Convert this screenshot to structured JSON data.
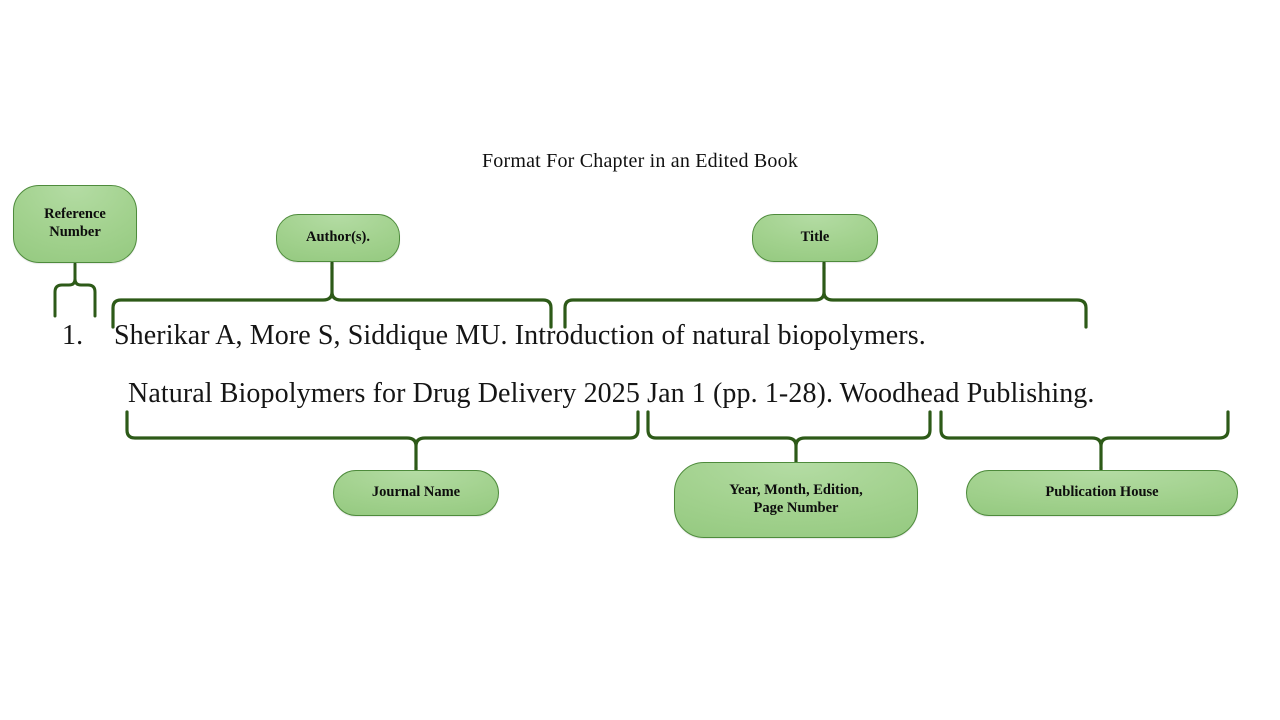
{
  "slide": {
    "title": "Format For Chapter in an Edited Book",
    "background_color": "#ffffff"
  },
  "theme": {
    "box_fill_light": "#b4dca4",
    "box_fill_dark": "#8cc477",
    "box_border": "#4E8B3C",
    "brace_stroke": "#2d5a18",
    "text_color": "#101010"
  },
  "citation": {
    "line1": {
      "number": "1.",
      "text": "Sherikar A, More S, Siddique MU. Introduction of natural biopolymers."
    },
    "line2": {
      "text": "Natural Biopolymers for Drug Delivery 2025 Jan 1 (pp. 1-28). Woodhead Publishing."
    }
  },
  "labels": {
    "reference_number": "Reference\nNumber",
    "reference_number_l1": "Reference",
    "reference_number_l2": "Number",
    "authors": "Author(s).",
    "title": "Title",
    "journal_name": "Journal Name",
    "year_month_edition_page_l1": "Year, Month, Edition,",
    "year_month_edition_page_l2": "Page Number",
    "publication_house": "Publication House"
  },
  "annotations": [
    {
      "label": "Reference Number",
      "segment": "1.",
      "position": "above-left"
    },
    {
      "label": "Author(s).",
      "segment": "Sherikar A, More S, Siddique MU.",
      "position": "above"
    },
    {
      "label": "Title",
      "segment": "Introduction of natural biopolymers.",
      "position": "above"
    },
    {
      "label": "Journal Name",
      "segment": "Natural Biopolymers for Drug Delivery",
      "position": "below"
    },
    {
      "label": "Year, Month, Edition, Page Number",
      "segment": "2025 Jan 1 (pp. 1-28).",
      "position": "below"
    },
    {
      "label": "Publication House",
      "segment": "Woodhead Publishing.",
      "position": "below"
    }
  ]
}
